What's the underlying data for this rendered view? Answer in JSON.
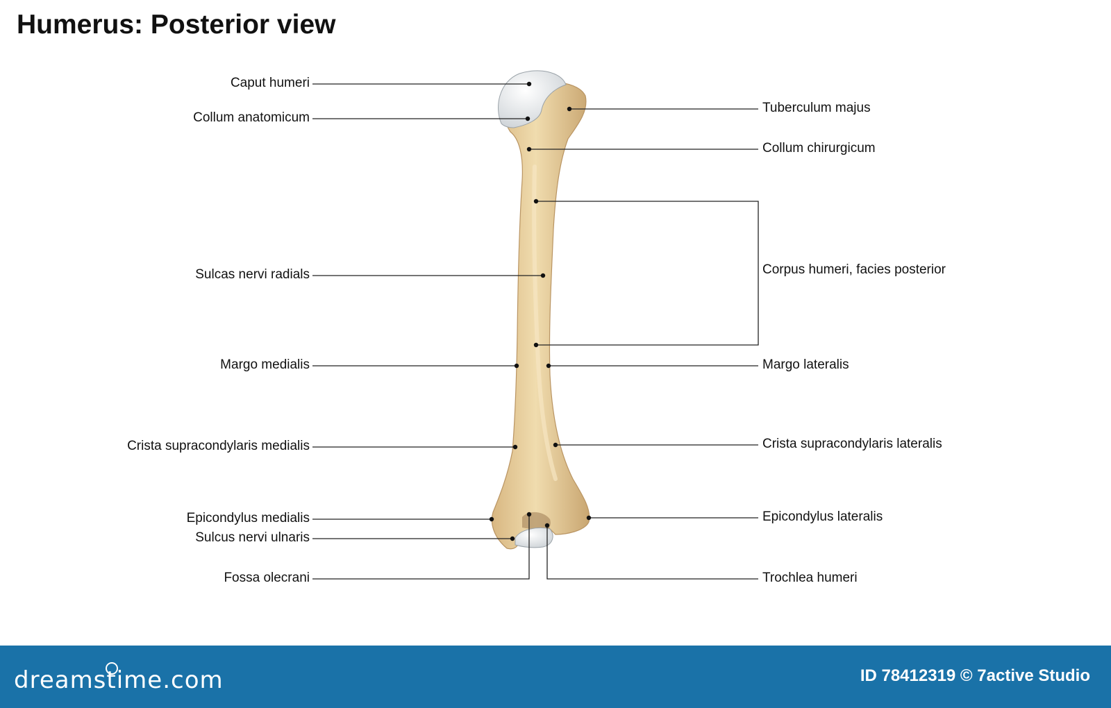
{
  "title": "Humerus: Posterior view",
  "labels_left": [
    "Caput humeri",
    "Collum anatomicum",
    "Sulcas nervi radials",
    "Margo medialis",
    "Crista supracondylaris medialis",
    "Epicondylus medialis",
    "Sulcus nervi ulnaris",
    "Fossa olecrani"
  ],
  "labels_right": [
    "Tuberculum majus",
    "Collum chirurgicum",
    "Corpus humeri, facies posterior",
    "Margo lateralis",
    "Crista supracondylaris lateralis",
    "Epicondylus lateralis",
    "Trochlea humeri"
  ],
  "footer": {
    "brand": "dreamstime.com",
    "credit": "ID 78412319 © 7active Studio"
  },
  "colors": {
    "bone": "#e8cf9c",
    "bone_shade": "#c9a671",
    "cartilage": "#eef0f2",
    "leader_line": "#222222",
    "footer_bg": "#1a72a8"
  }
}
